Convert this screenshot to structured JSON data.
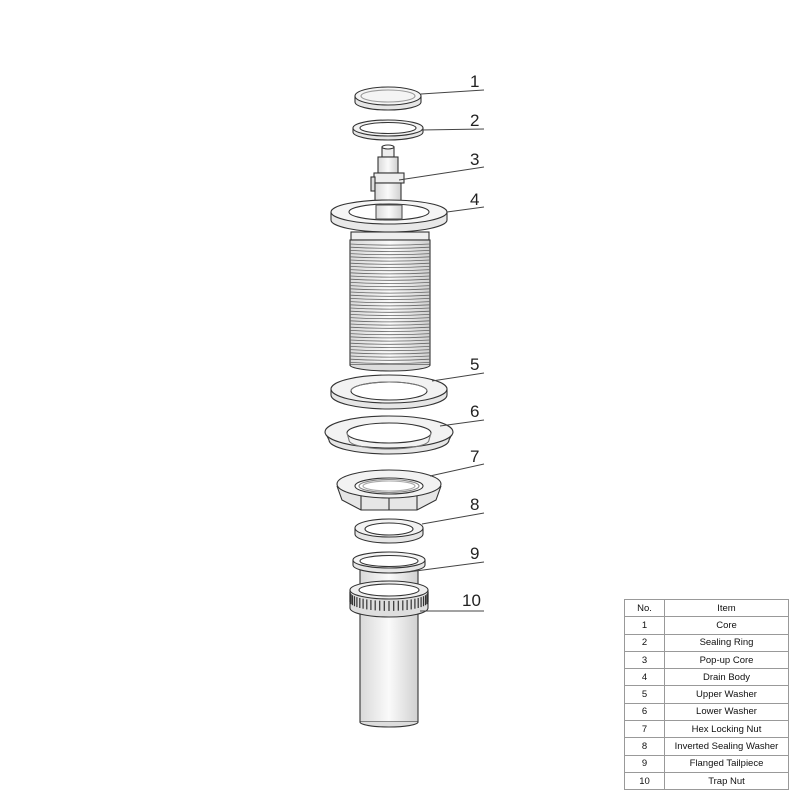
{
  "callouts": [
    "1",
    "2",
    "3",
    "4",
    "5",
    "6",
    "7",
    "8",
    "9",
    "10"
  ],
  "table": {
    "headers": {
      "no": "No.",
      "item": "Item"
    },
    "rows": [
      {
        "no": "1",
        "item": "Core"
      },
      {
        "no": "2",
        "item": "Sealing Ring"
      },
      {
        "no": "3",
        "item": "Pop-up Core"
      },
      {
        "no": "4",
        "item": "Drain Body"
      },
      {
        "no": "5",
        "item": "Upper Washer"
      },
      {
        "no": "6",
        "item": "Lower Washer"
      },
      {
        "no": "7",
        "item": "Hex Locking Nut"
      },
      {
        "no": "8",
        "item": "Inverted Sealing Washer"
      },
      {
        "no": "9",
        "item": "Flanged Tailpiece"
      },
      {
        "no": "10",
        "item": "Trap Nut"
      }
    ]
  }
}
